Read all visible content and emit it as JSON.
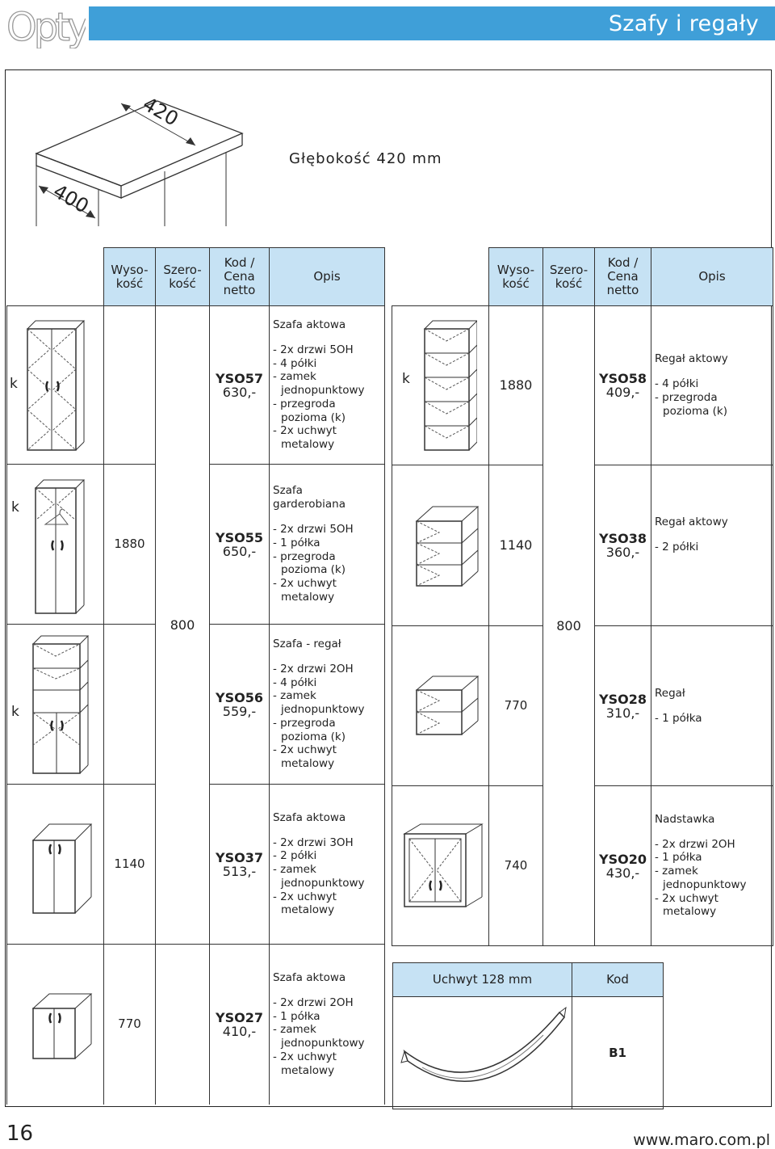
{
  "header": {
    "logo": "Opty",
    "title": "Szafy i regały"
  },
  "intro": {
    "dim_width": "420",
    "dim_depth": "400",
    "depth_label": "Głębokość 420 mm"
  },
  "columns": {
    "height": "Wyso-\nkość",
    "width": "Szero-\nkość",
    "code": "Kod /\nCena\nnetto",
    "desc": "Opis"
  },
  "left": [
    {
      "k": "k",
      "height": "",
      "width": "",
      "code": "YSO57",
      "price": "630,-",
      "title": "Szafa aktowa",
      "lines": [
        "- 2x drzwi 5OH",
        "- 4 półki",
        "- zamek",
        "  jednopunktowy",
        "- przegroda",
        "  pozioma (k)",
        "- 2x uchwyt",
        "  metalowy"
      ],
      "icon": "cabinet-tall-icon"
    },
    {
      "k": "k",
      "height": "1880",
      "width": "",
      "code": "YSO55",
      "price": "650,-",
      "title": "Szafa\ngarderobiana",
      "lines": [
        "- 2x drzwi 5OH",
        "- 1 półka",
        "- przegroda",
        "  pozioma (k)",
        "- 2x uchwyt",
        "  metalowy"
      ],
      "icon": "wardrobe-icon"
    },
    {
      "k": "k",
      "height": "",
      "width": "800",
      "code": "YSO56",
      "price": "559,-",
      "title": "Szafa - regał",
      "lines": [
        "- 2x drzwi 2OH",
        "- 4 półki",
        "- zamek",
        "  jednopunktowy",
        "- przegroda",
        "  pozioma (k)",
        "- 2x uchwyt",
        "  metalowy"
      ],
      "icon": "cabinet-shelf-icon"
    },
    {
      "k": "",
      "height": "1140",
      "width": "",
      "code": "YSO37",
      "price": "513,-",
      "title": "Szafa aktowa",
      "lines": [
        "- 2x drzwi 3OH",
        "- 2 półki",
        "- zamek",
        "  jednopunktowy",
        "- 2x uchwyt",
        "  metalowy"
      ],
      "icon": "cabinet-mid-icon"
    },
    {
      "k": "",
      "height": "770",
      "width": "",
      "code": "YSO27",
      "price": "410,-",
      "title": "Szafa aktowa",
      "lines": [
        "- 2x drzwi 2OH",
        "- 1 półka",
        "- zamek",
        "  jednopunktowy",
        "- 2x uchwyt",
        "  metalowy"
      ],
      "icon": "cabinet-low-icon"
    }
  ],
  "right": [
    {
      "k": "k",
      "height": "1880",
      "width": "",
      "code": "YSO58",
      "price": "409,-",
      "title": "Regał aktowy",
      "lines": [
        "- 4 półki",
        "- przegroda",
        "  pozioma (k)"
      ],
      "icon": "bookcase-tall-icon"
    },
    {
      "k": "",
      "height": "1140",
      "width": "",
      "code": "YSO38",
      "price": "360,-",
      "title": "Regał aktowy",
      "lines": [
        "- 2 półki"
      ],
      "icon": "bookcase-mid-icon"
    },
    {
      "k": "",
      "height": "770",
      "width": "800",
      "code": "YSO28",
      "price": "310,-",
      "title": "Regał",
      "lines": [
        "- 1 półka"
      ],
      "icon": "bookcase-low-icon"
    },
    {
      "k": "",
      "height": "740",
      "width": "",
      "code": "YSO20",
      "price": "430,-",
      "title": "Nadstawka",
      "lines": [
        "- 2x drzwi 2OH",
        "- 1 półka",
        "- zamek",
        "  jednopunktowy",
        "- 2x uchwyt",
        "  metalowy"
      ],
      "icon": "top-unit-icon"
    }
  ],
  "handle": {
    "title": "Uchwyt 128 mm",
    "code_header": "Kod",
    "code": "B1",
    "icon": "handle-icon"
  },
  "footer": {
    "page": "16",
    "website": "www.maro.com.pl"
  }
}
